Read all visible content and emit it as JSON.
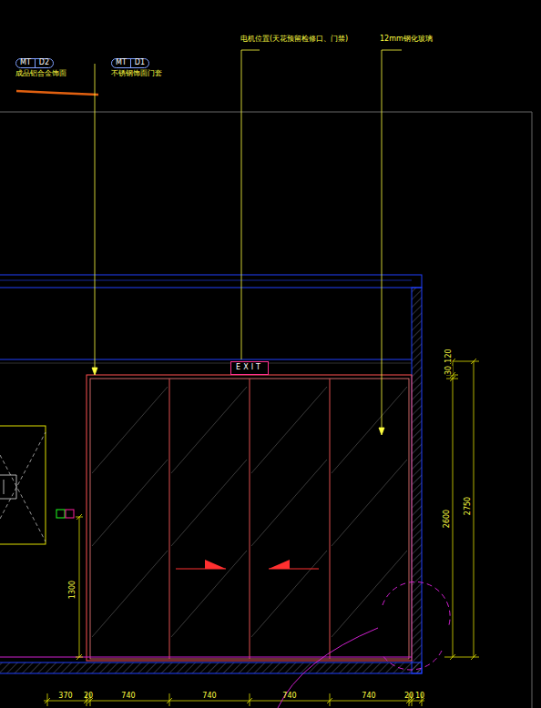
{
  "diagram": {
    "nodes": [
      {
        "text": [
          "MT",
          "D2",
          "成品铝合金饰面"
        ]
      },
      {
        "text": [
          "MT",
          "D1",
          "不锈钢饰面门套"
        ]
      },
      {
        "text": [
          "EXIT"
        ]
      }
    ],
    "labels": [
      "电机位置(天花预留检修口、门禁)",
      "12mm钢化玻璃",
      "120",
      "30",
      "2600",
      "2750",
      "1300",
      "370",
      "20",
      "740",
      "740",
      "740",
      "740",
      "20",
      "10"
    ]
  }
}
